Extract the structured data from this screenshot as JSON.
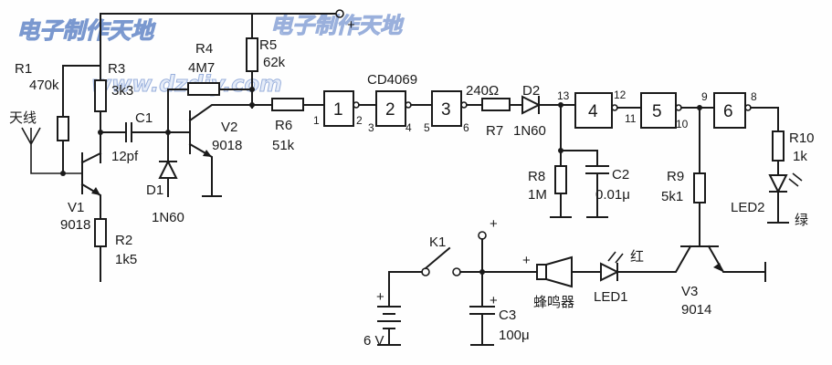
{
  "watermark": {
    "title": "电子制作天地",
    "url": "www.dzdiy.com"
  },
  "labels": {
    "antenna": "天线",
    "r1": "R1",
    "r1v": "470k",
    "r3": "R3",
    "r3v": "3k3",
    "r4": "R4",
    "r4v": "4M7",
    "r5": "R5",
    "r5v": "62k",
    "c1": "C1",
    "c1v": "12pf",
    "v1": "V1",
    "v1v": "9018",
    "r2": "R2",
    "r2v": "1k5",
    "d1": "D1",
    "d1v": "1N60",
    "v2": "V2",
    "v2v": "9018",
    "r6": "R6",
    "r6v": "51k",
    "ic": "CD4069",
    "r7": "R7",
    "r7v": "240Ω",
    "d2": "D2",
    "d2v": "1N60",
    "r8": "R8",
    "r8v": "1M",
    "c2": "C2",
    "c2v": "0.01μ",
    "r9": "R9",
    "r9v": "5k1",
    "r10": "R10",
    "r10v": "1k",
    "led2": "LED2",
    "green": "绿",
    "k1": "K1",
    "c3": "C3",
    "c3v": "100μ",
    "bat": "6 V",
    "buzzer": "蜂鸣器",
    "led1": "LED1",
    "red": "红",
    "v3": "V3",
    "v3v": "9014",
    "plus": "+"
  },
  "gates": [
    "1",
    "2",
    "3",
    "4",
    "5",
    "6"
  ],
  "pins": [
    "1",
    "2",
    "3",
    "4",
    "5",
    "6",
    "13",
    "12",
    "11",
    "10",
    "9",
    "8"
  ]
}
